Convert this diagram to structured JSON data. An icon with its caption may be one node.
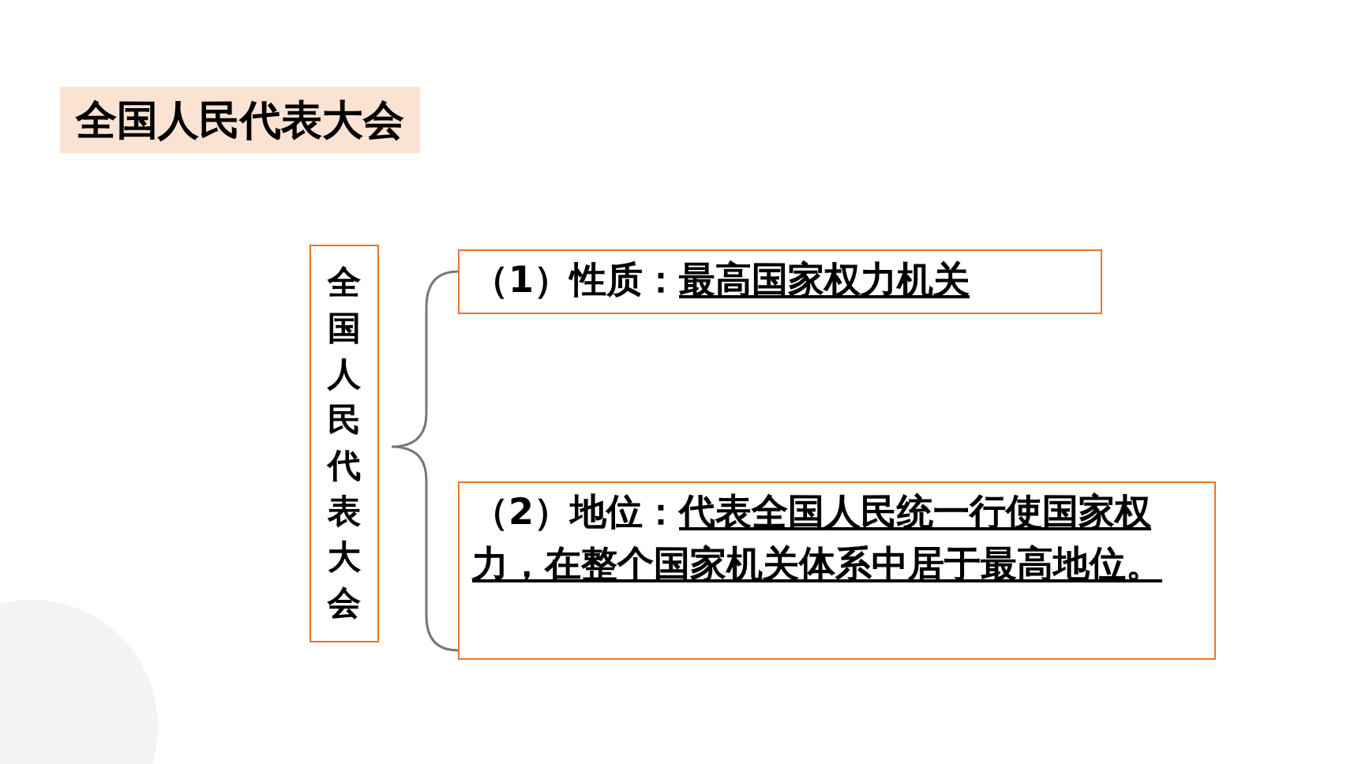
{
  "diagram": {
    "title": "全国人民代表大会",
    "nodes": [
      {
        "text": [
          "全国人民代表大会"
        ]
      },
      {
        "text": [
          "（1）性质：",
          "最高国家权力机关"
        ]
      },
      {
        "text": [
          "（2）地位：",
          "代表全国人民统一行使国家权力，在整个国家机关体系中居于最高地位。"
        ]
      }
    ]
  }
}
